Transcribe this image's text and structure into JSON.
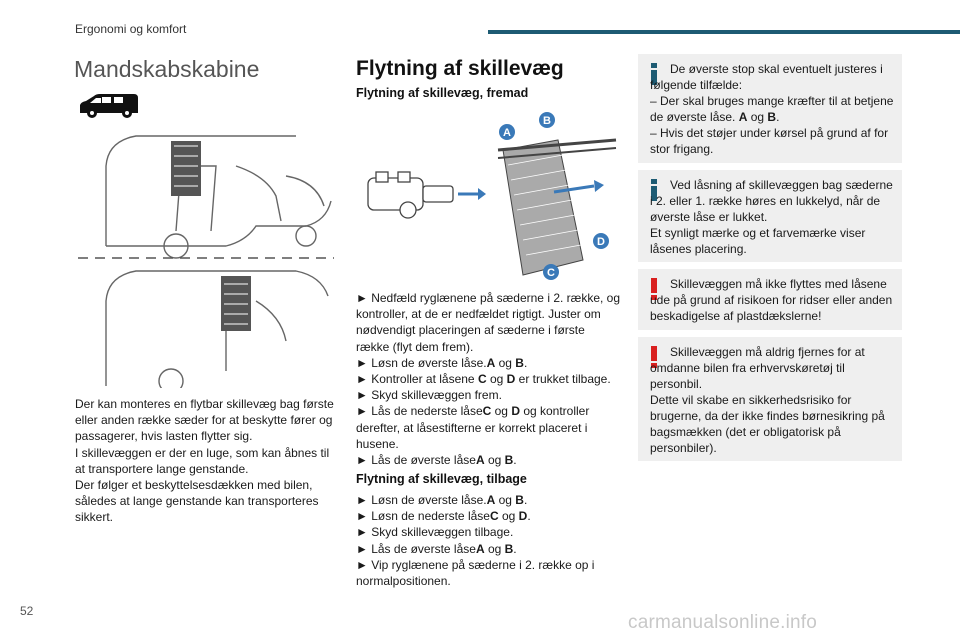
{
  "header": {
    "section": "Ergonomi og komfort",
    "accent_color": "#1d5b73"
  },
  "left_column": {
    "title": "Mandskabskabine",
    "body": [
      "Der kan monteres en flytbar skillevæg bag første eller anden række sæder for at beskytte fører og passagerer, hvis lasten flytter sig.",
      "I skillevæggen er der en luge, som kan åbnes til at transportere lange genstande.",
      "Der følger et beskyttelsesdækken med bilen, således at lange genstande kan transporteres sikkert."
    ]
  },
  "middle_column": {
    "title": "Flytning af skillevæg",
    "subtitle_forward": "Flytning af skillevæg, fremad",
    "figure_labels": {
      "a": "A",
      "b": "B",
      "c": "C",
      "d": "D"
    },
    "steps_forward": [
      {
        "pre": "► Nedfæld ryglænene på sæderne i 2. række, og kontroller, at de er nedfældet rigtigt. Juster om nødvendigt placeringen af sæderne i første række (flyt dem frem)."
      },
      {
        "pre": "► Løsn de øverste låse.",
        "b1": "A",
        "mid": " og ",
        "b2": "B",
        "post": "."
      },
      {
        "pre": "► Kontroller at låsene ",
        "b1": "C",
        "mid": " og ",
        "b2": "D",
        "post": " er trukket tilbage."
      },
      {
        "pre": "► Skyd skillevæggen frem."
      },
      {
        "pre": "► Lås de nederste låse",
        "b1": "C",
        "mid": " og ",
        "b2": "D",
        "post": " og kontroller derefter, at låsestifterne er korrekt placeret i husene."
      },
      {
        "pre": "► Lås de øverste låse",
        "b1": "A",
        "mid": " og ",
        "b2": "B",
        "post": "."
      }
    ],
    "subtitle_back": "Flytning af skillevæg, tilbage",
    "steps_back": [
      {
        "pre": "► Løsn de øverste låse.",
        "b1": "A",
        "mid": " og ",
        "b2": "B",
        "post": "."
      },
      {
        "pre": "► Løsn de nederste låse",
        "b1": "C",
        "mid": " og ",
        "b2": "D",
        "post": "."
      },
      {
        "pre": "► Skyd skillevæggen tilbage."
      },
      {
        "pre": "► Lås de øverste låse",
        "b1": "A",
        "mid": " og ",
        "b2": "B",
        "post": "."
      },
      {
        "pre": "► Vip ryglænene på sæderne i 2. række op i normalpositionen."
      }
    ]
  },
  "notes": {
    "info_color": "#1d5b73",
    "warning_color": "#d9201f",
    "n1": {
      "first": "De øverste stop skal eventuelt justeres i følgende tilfælde:",
      "l2pre": "– Der skal bruges mange kræfter til at betjene de øverste låse. ",
      "l2b1": "A",
      "l2mid": " og ",
      "l2b2": "B",
      "l2post": ".",
      "l3": "– Hvis det støjer under kørsel på grund af for stor frigang."
    },
    "n2": {
      "first": "Ved låsning af skillevæggen bag sæderne i 2. eller 1. række høres en lukkelyd, når de øverste låse er lukket.",
      "second": "Et synligt mærke og et farvemærke viser låsenes placering."
    },
    "n3": {
      "first": "Skillevæggen må ikke flyttes med låsene ude på grund af risikoen for ridser eller anden beskadigelse af plastdækslerne!"
    },
    "n4": {
      "first": "Skillevæggen må aldrig fjernes for at omdanne bilen fra erhvervskøretøj til personbil.",
      "second": "Dette vil skabe en sikkerhedsrisiko for brugerne, da der ikke findes børnesikring på bagsmækken (det er obligatorisk på personbiler)."
    }
  },
  "footer": {
    "page_number": "52",
    "watermark": "carmanualsonline.info"
  }
}
